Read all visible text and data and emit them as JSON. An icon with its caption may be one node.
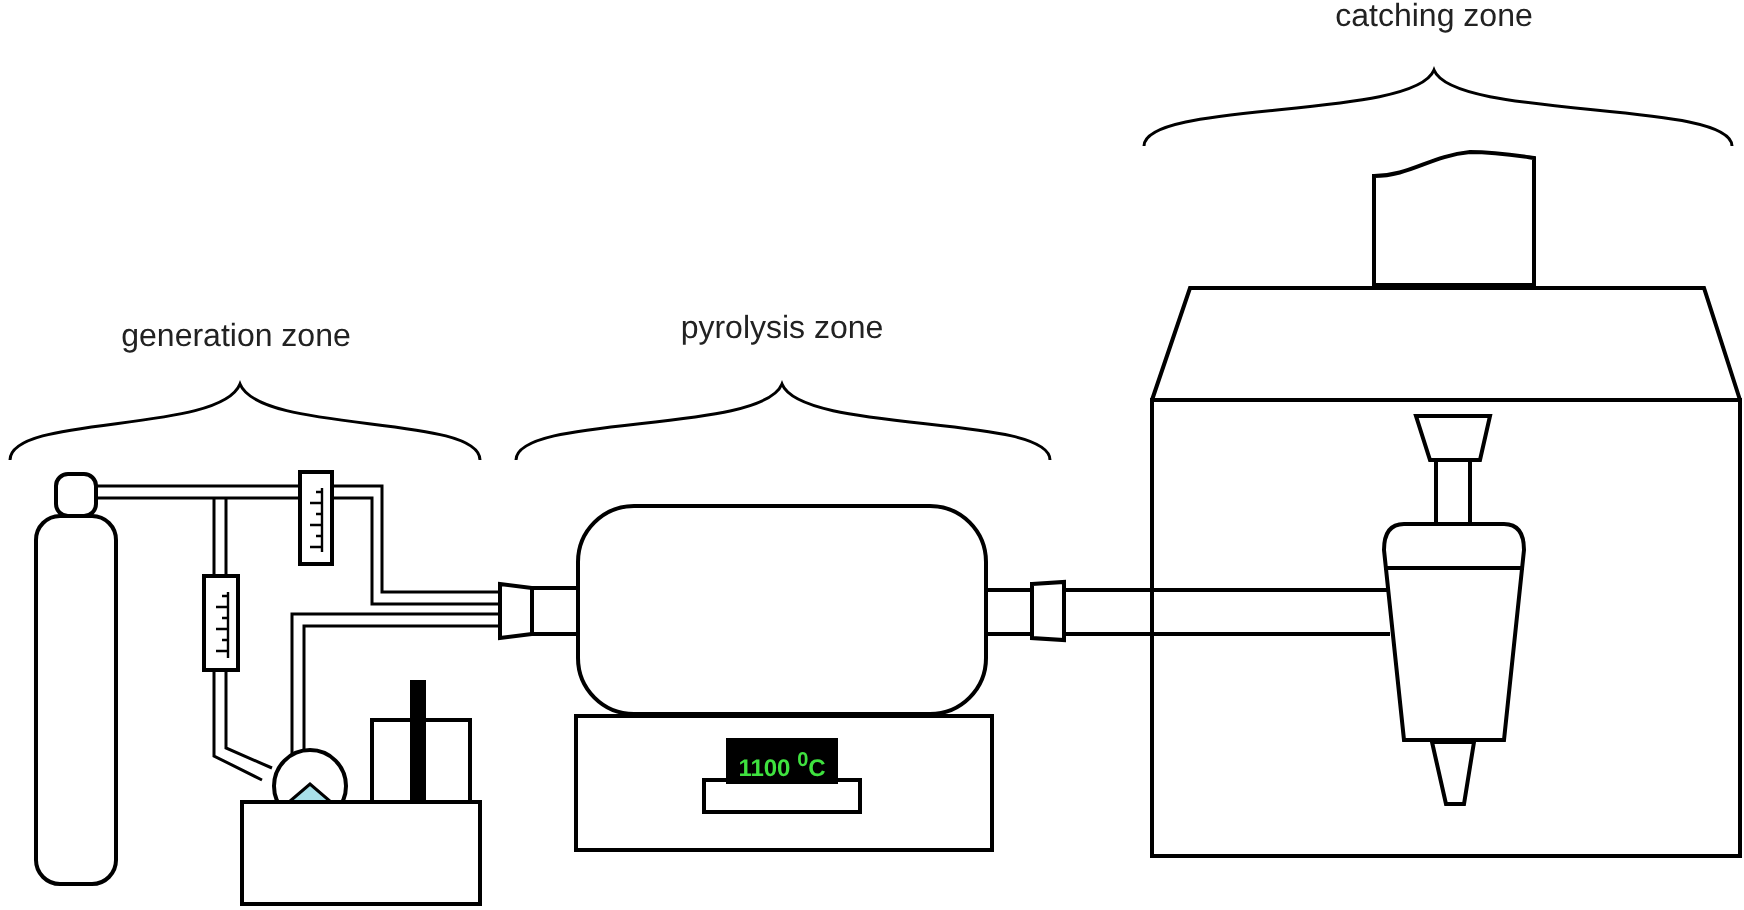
{
  "diagram": {
    "nodes": [
      {
        "text": [
          "1100 $^{0}$C"
        ]
      }
    ],
    "edges": [],
    "labels": [
      "generation zone",
      "pyrolysis zone",
      "catching zone"
    ]
  }
}
